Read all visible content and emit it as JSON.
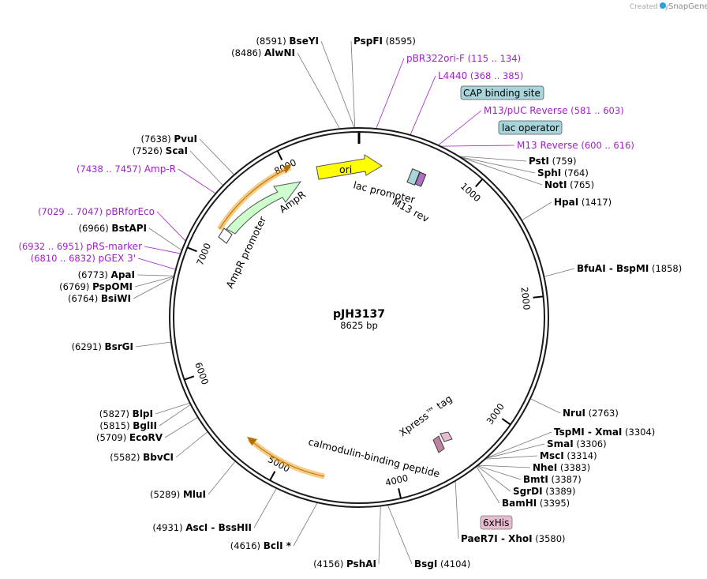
{
  "credit": {
    "text": "Created by",
    "brand": "SnapGene"
  },
  "plasmid": {
    "name": "pJH3137",
    "size": "8625 bp",
    "length": 8625
  },
  "backbone": {
    "color": "#1a1a1a"
  },
  "ticks": [
    {
      "pos": 1000,
      "label": "1000"
    },
    {
      "pos": 2000,
      "label": "2000"
    },
    {
      "pos": 3000,
      "label": "3000"
    },
    {
      "pos": 4000,
      "label": "4000"
    },
    {
      "pos": 5000,
      "label": "5000"
    },
    {
      "pos": 6000,
      "label": "6000"
    },
    {
      "pos": 7000,
      "label": "7000"
    },
    {
      "pos": 8000,
      "label": "8000"
    }
  ],
  "sites_right": [
    {
      "name": "PstI",
      "coord": "(759)",
      "pos": 759
    },
    {
      "name": "SphI",
      "coord": "(764)",
      "pos": 764
    },
    {
      "name": "NotI",
      "coord": "(765)",
      "pos": 765
    },
    {
      "name": "HpaI",
      "coord": "(1417)",
      "pos": 1417
    },
    {
      "name": "BfuAI",
      "name2": "BspMI",
      "coord": "(1858)",
      "pos": 1858
    },
    {
      "name": "NruI",
      "coord": "(2763)",
      "pos": 2763
    },
    {
      "name": "TspMI",
      "name2": "XmaI",
      "coord": "(3304)",
      "pos": 3304
    },
    {
      "name": "SmaI",
      "coord": "(3306)",
      "pos": 3306
    },
    {
      "name": "MscI",
      "coord": "(3314)",
      "pos": 3314
    },
    {
      "name": "NheI",
      "coord": "(3383)",
      "pos": 3383
    },
    {
      "name": "BmtI",
      "coord": "(3387)",
      "pos": 3387
    },
    {
      "name": "SgrDI",
      "coord": "(3389)",
      "pos": 3389
    },
    {
      "name": "BamHI",
      "coord": "(3395)",
      "pos": 3395
    },
    {
      "name": "PaeR7I",
      "name2": "XhoI",
      "coord": "(3580)",
      "pos": 3580
    }
  ],
  "sites_bottom": [
    {
      "name": "BsgI",
      "coord": "(4104)",
      "pos": 4104
    },
    {
      "name": "PshAI",
      "coord": "(4156)",
      "pos": 4156
    },
    {
      "name": "BclI *",
      "coord": "(4616)",
      "pos": 4616
    },
    {
      "name": "AscI",
      "name2": "BssHII",
      "coord": "(4931)",
      "pos": 4931
    }
  ],
  "sites_left": [
    {
      "name": "MluI",
      "coord": "(5289)",
      "pos": 5289
    },
    {
      "name": "BbvCI",
      "coord": "(5582)",
      "pos": 5582
    },
    {
      "name": "EcoRV",
      "coord": "(5709)",
      "pos": 5709
    },
    {
      "name": "BglII",
      "coord": "(5815)",
      "pos": 5815
    },
    {
      "name": "BlpI",
      "coord": "(5827)",
      "pos": 5827
    },
    {
      "name": "BsrGI",
      "coord": "(6291)",
      "pos": 6291
    },
    {
      "name": "BsiWI",
      "coord": "(6764)",
      "pos": 6764
    },
    {
      "name": "PspOMI",
      "coord": "(6769)",
      "pos": 6769
    },
    {
      "name": "ApaI",
      "coord": "(6773)",
      "pos": 6773
    },
    {
      "name": "BstAPI",
      "coord": "(6966)",
      "pos": 6966
    },
    {
      "name": "ScaI",
      "coord": "(7526)",
      "pos": 7526
    },
    {
      "name": "PvuI",
      "coord": "(7638)",
      "pos": 7638
    }
  ],
  "sites_top": [
    {
      "name": "AlwNI",
      "coord": "(8486)",
      "pos": 8486
    },
    {
      "name": "BseYI",
      "coord": "(8591)",
      "pos": 8591
    },
    {
      "name": "PspFI",
      "coord": "(8595)",
      "pos": 8595
    }
  ],
  "primers": [
    {
      "name": "pBR322ori-F",
      "coord": "(115 .. 134)",
      "pos": 124
    },
    {
      "name": "L4440",
      "coord": "(368 .. 385)",
      "pos": 376
    },
    {
      "name": "M13/pUC Reverse",
      "coord": "(581 .. 603)",
      "pos": 592
    },
    {
      "name": "M13 Reverse",
      "coord": "(600 .. 616)",
      "pos": 608
    },
    {
      "name": "Amp-R",
      "coord": "(7438 .. 7457)",
      "pos": 7447
    },
    {
      "name": "pBRforEco",
      "coord": "(7029 .. 7047)",
      "pos": 7038
    },
    {
      "name": "pRS-marker",
      "coord": "(6932 .. 6951)",
      "pos": 6941
    },
    {
      "name": "pGEX 3'",
      "coord": "(6810 .. 6832)",
      "pos": 6821
    }
  ],
  "boxed_features": [
    {
      "label": "CAP binding site",
      "color": "#a8d4dc"
    },
    {
      "label": "lac operator",
      "color": "#a8d4dc"
    },
    {
      "label": "6xHis",
      "color": "#e8bcd0"
    }
  ],
  "features": {
    "ori": "ori",
    "ori_color": "#ffff00",
    "lac_promoter": "lac promoter",
    "m13_rev": "M13 rev",
    "ampr": "AmpR",
    "ampr_color": "#ccffcc",
    "ampr_promoter": "AmpR promoter",
    "xpress": "Xpress™ tag",
    "calmodulin": "calmodulin-binding peptide",
    "arc_color": "#f0a020",
    "primer_color": "#a020c8"
  }
}
